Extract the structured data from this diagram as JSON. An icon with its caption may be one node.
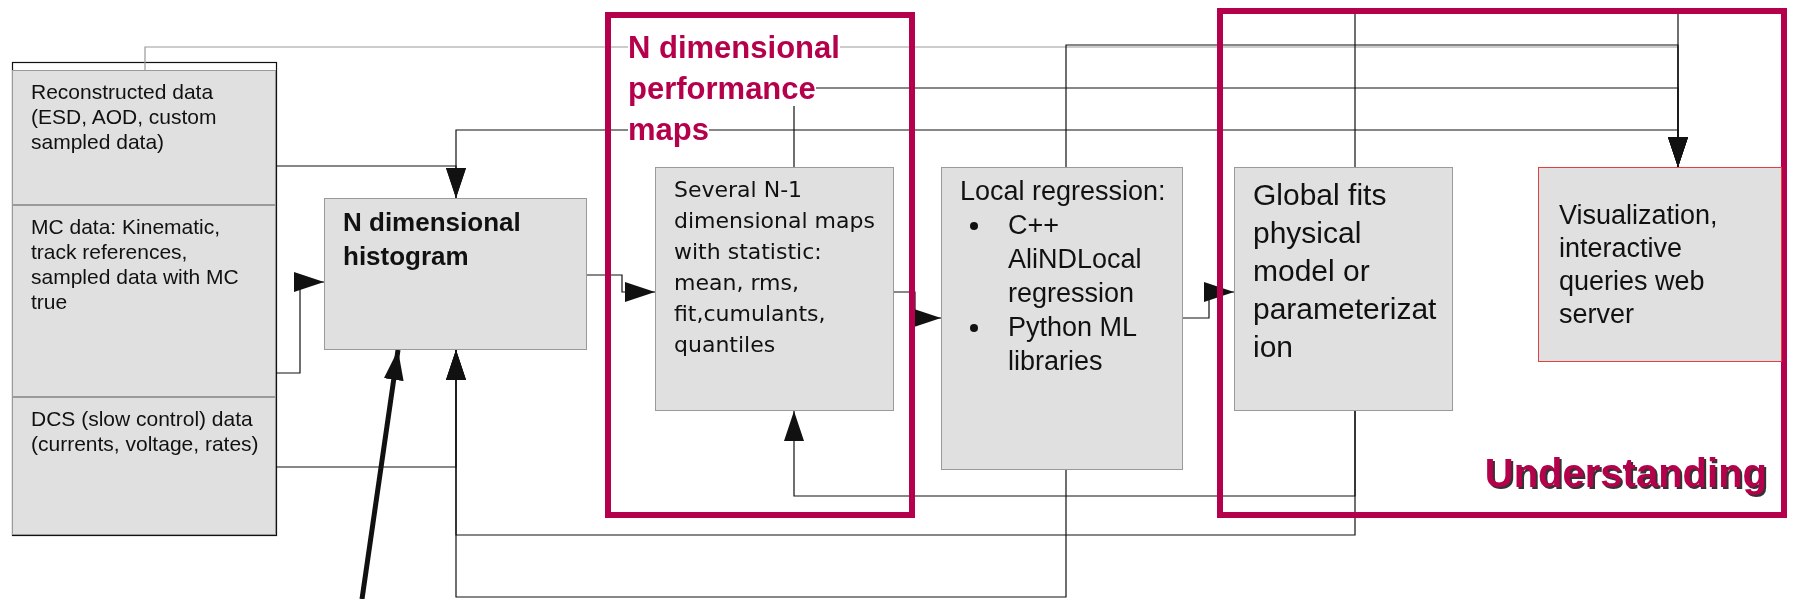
{
  "diagram": {
    "nodes": [
      {
        "text": [
          "Reconstructed data (ESD, AOD, custom sampled data)"
        ]
      },
      {
        "text": [
          "MC data: Kinematic, track references, sampled data with MC true"
        ]
      },
      {
        "text": [
          "DCS (slow control) data (currents, voltage, rates)"
        ]
      },
      {
        "text": [
          "N dimensional histogram"
        ]
      },
      {
        "text": [
          "N dimensional performance maps"
        ]
      },
      {
        "text": [
          "Several N-1 dimensional maps with statistic: mean, rms, fit,cumulants, quantiles"
        ],
        "in": 4
      },
      {
        "text": [
          "Local regression:",
          "C++ AliNDLocal regression",
          "Python ML libraries"
        ]
      },
      {
        "text": [
          "Understanding"
        ]
      },
      {
        "text": [
          "Global fits physical model or parameterization"
        ],
        "in": 7
      },
      {
        "text": [
          "Visualization, interactive queries web server"
        ],
        "in": 7
      }
    ],
    "edges": [
      {
        "from": 0,
        "to": 3,
        "arrow": "to"
      },
      {
        "from": 1,
        "to": 3,
        "arrow": "to"
      },
      {
        "from": 2,
        "to": 3,
        "arrow": "to"
      },
      {
        "from": 3,
        "to": 5,
        "arrow": "to"
      },
      {
        "from": 5,
        "to": 6,
        "arrow": "to"
      },
      {
        "from": 6,
        "to": 8,
        "arrow": "to"
      },
      {
        "from": 8,
        "to": 5,
        "arrow": "to"
      },
      {
        "from": 8,
        "to": 3,
        "arrow": "to"
      },
      {
        "from": 6,
        "to": 3,
        "arrow": "to"
      },
      {
        "from": null,
        "to": 3,
        "arrow": "to",
        "style": "thick"
      },
      {
        "from": 0,
        "to": 9,
        "arrow": "to",
        "color": "#999999"
      },
      {
        "from": 5,
        "to": 9,
        "arrow": "to"
      },
      {
        "from": 3,
        "to": 9,
        "arrow": "both"
      },
      {
        "from": 6,
        "to": 9,
        "arrow": "to"
      },
      {
        "from": 8,
        "to": 9,
        "arrow": "to"
      }
    ]
  }
}
